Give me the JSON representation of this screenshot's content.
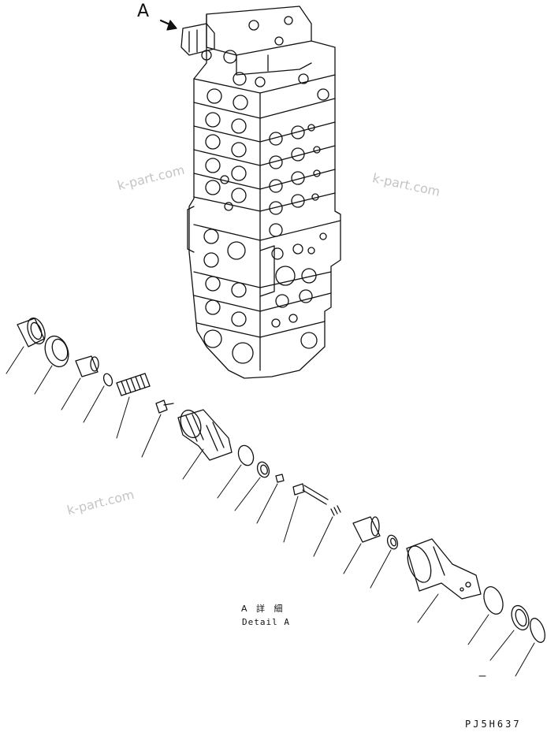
{
  "view_label": "A",
  "detail_label_jp": "A 詳 細",
  "detail_label_en": "Detail A",
  "figure_code": "PJ5H637",
  "watermark": "k-part.com",
  "colors": {
    "line": "#111111",
    "paper": "#ffffff",
    "watermark": "#c4c4c4"
  },
  "parts": [
    "end-cap",
    "ring-nut",
    "piston",
    "small-o-ring",
    "spring",
    "poppet",
    "valve-body",
    "o-ring",
    "backup-ring",
    "small-screw",
    "long-pin",
    "small-spring",
    "sleeve",
    "seal-ring",
    "plug",
    "o-ring-large",
    "backup-ring-large",
    "o-ring-outer"
  ]
}
